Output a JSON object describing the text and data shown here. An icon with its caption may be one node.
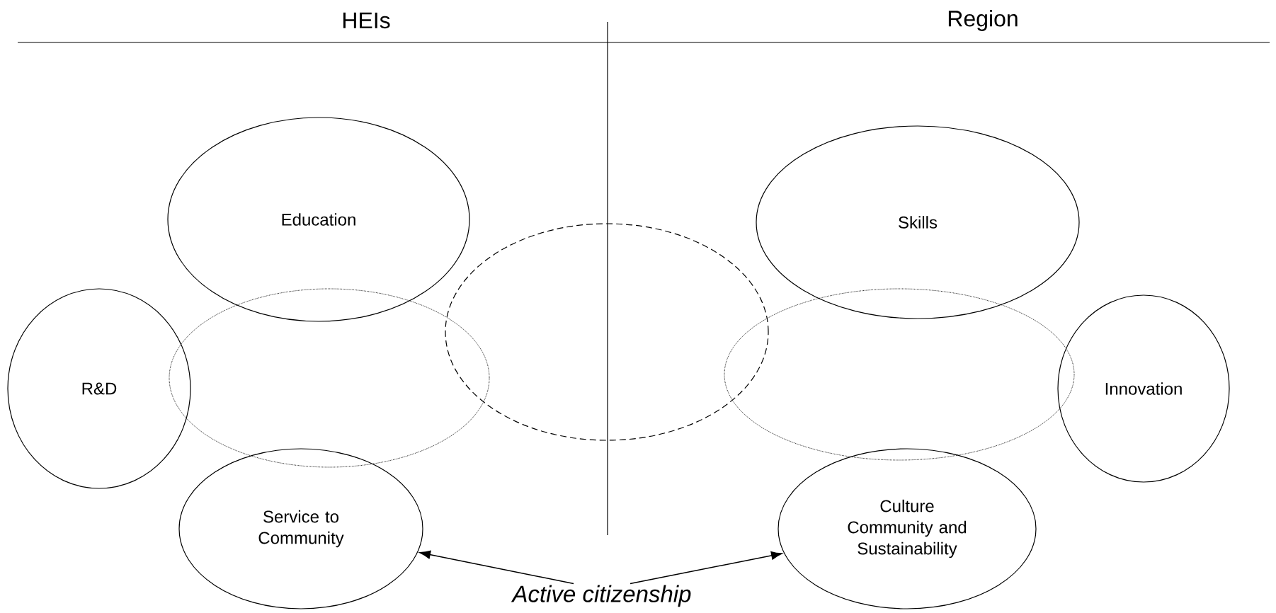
{
  "diagram": {
    "nodes": [
      {
        "text": [
          "Education"
        ]
      },
      {
        "text": [
          "R&D"
        ]
      },
      {
        "text": [],
        "shape": "ellipse"
      },
      {
        "text": [
          "Service to Community"
        ]
      },
      {
        "text": [],
        "shape": "ellipse"
      },
      {
        "text": [
          "Skills"
        ]
      },
      {
        "text": [],
        "shape": "ellipse"
      },
      {
        "text": [
          "Innovation"
        ]
      },
      {
        "text": [
          "Culture Community and Sustainability"
        ]
      },
      {
        "text": [
          "*Active citizenship*"
        ]
      }
    ],
    "edges": [
      {
        "from": 9,
        "to": 3,
        "arrow": "to"
      },
      {
        "from": 9,
        "to": 8,
        "arrow": "to"
      }
    ],
    "labels": [
      "HEIs",
      "Region"
    ]
  }
}
